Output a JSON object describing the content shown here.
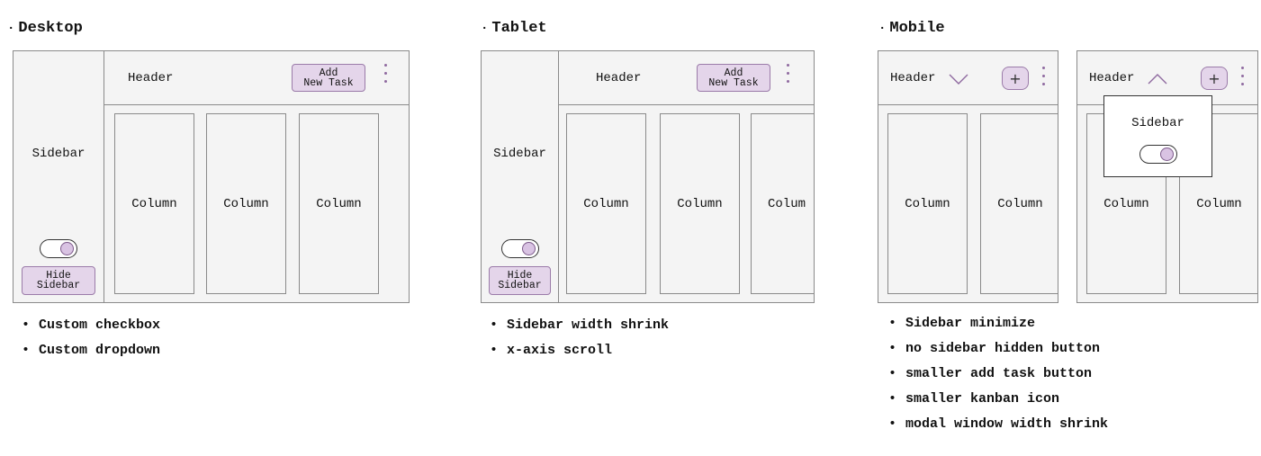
{
  "sections": {
    "desktop": {
      "title": "Desktop",
      "sidebar_label": "Sidebar",
      "hide_sidebar_label": "Hide\nSidebar",
      "header_label": "Header",
      "add_task_label": "Add\nNew Task",
      "columns": [
        "Column",
        "Column",
        "Column"
      ],
      "notes": [
        "Custom checkbox",
        "Custom dropdown"
      ]
    },
    "tablet": {
      "title": "Tablet",
      "sidebar_label": "Sidebar",
      "hide_sidebar_label": "Hide\nSidebar",
      "header_label": "Header",
      "add_task_label": "Add\nNew Task",
      "columns": [
        "Column",
        "Column",
        "Colum"
      ],
      "notes": [
        "Sidebar width shrink",
        "x-axis scroll"
      ]
    },
    "mobile": {
      "title": "Mobile",
      "closed": {
        "header_label": "Header",
        "plus_label": "+",
        "columns": [
          "Column",
          "Column"
        ]
      },
      "open": {
        "header_label": "Header",
        "plus_label": "+",
        "modal_label": "Sidebar",
        "columns": [
          "Column",
          "Column"
        ]
      },
      "notes": [
        "Sidebar minimize",
        "no sidebar hidden button",
        "smaller add task button",
        "smaller kanban icon",
        "modal window width shrink"
      ]
    }
  },
  "colors": {
    "accent_fill": "#e4d5ea",
    "accent_border": "#9b7ba9",
    "panel_fill": "#f4f4f4",
    "border": "#8a8a8a"
  },
  "icons": [
    "chevron-down-icon",
    "chevron-up-icon",
    "plus-icon",
    "kebab-menu-icon",
    "toggle-switch"
  ]
}
